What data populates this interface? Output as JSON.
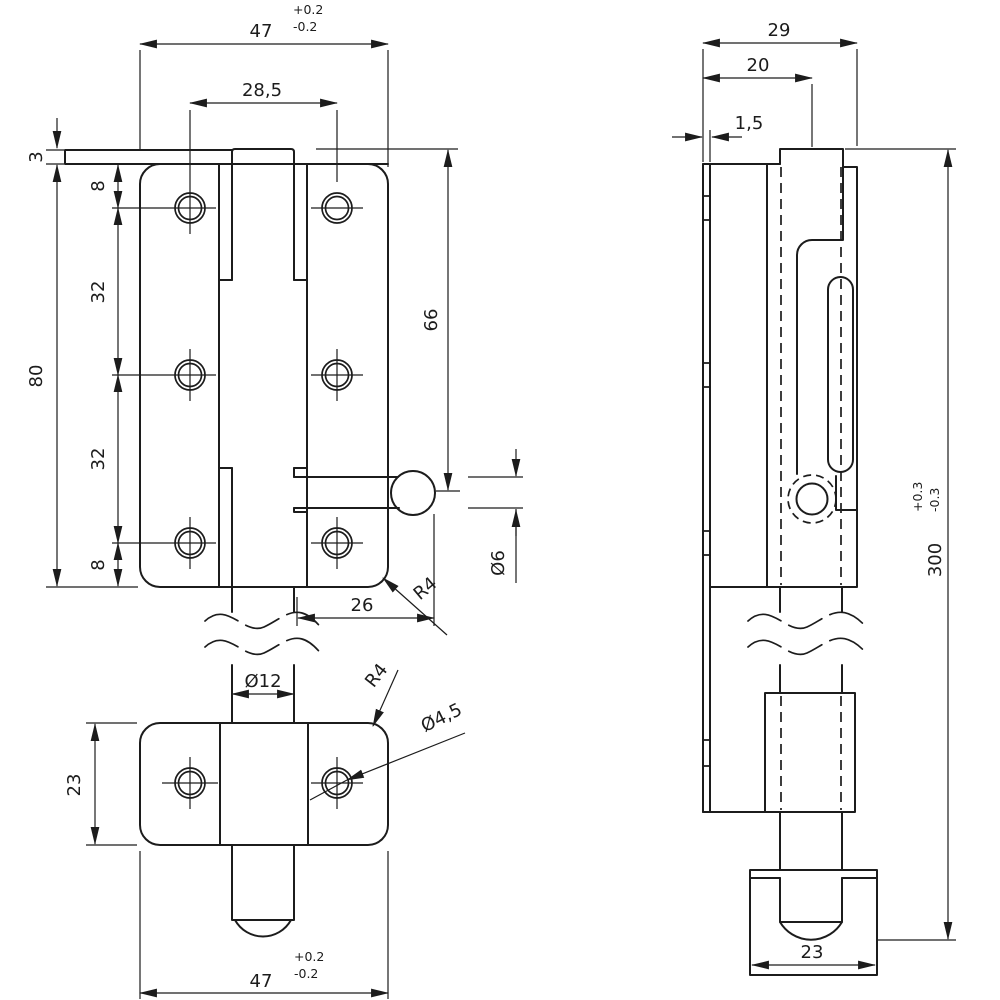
{
  "front_view": {
    "dims": {
      "w_top": {
        "value": "47",
        "tol_plus": "+0.2",
        "tol_minus": "-0.2"
      },
      "hole_spacing": "28,5",
      "flange": "3",
      "off_top": "8",
      "pitch_upper": "32",
      "pitch_lower": "32",
      "off_bot": "8",
      "height": "80",
      "top_to_knob": "66",
      "knob_dia": "Ø6",
      "knob_len": "26",
      "r_upper": "R4",
      "rod_dia": "Ø12",
      "r_lower": "R4",
      "hole_dia": "Ø4,5",
      "keeper_h": "23",
      "w_bot": {
        "value": "47",
        "tol_plus": "+0.2",
        "tol_minus": "-0.2"
      }
    }
  },
  "side_view": {
    "dims": {
      "depth": "29",
      "slot_pos": "20",
      "plate_t": "1,5",
      "length": {
        "value": "300",
        "tol_plus": "+0.3",
        "tol_minus": "-0.3"
      },
      "keeper_w": "23"
    }
  }
}
